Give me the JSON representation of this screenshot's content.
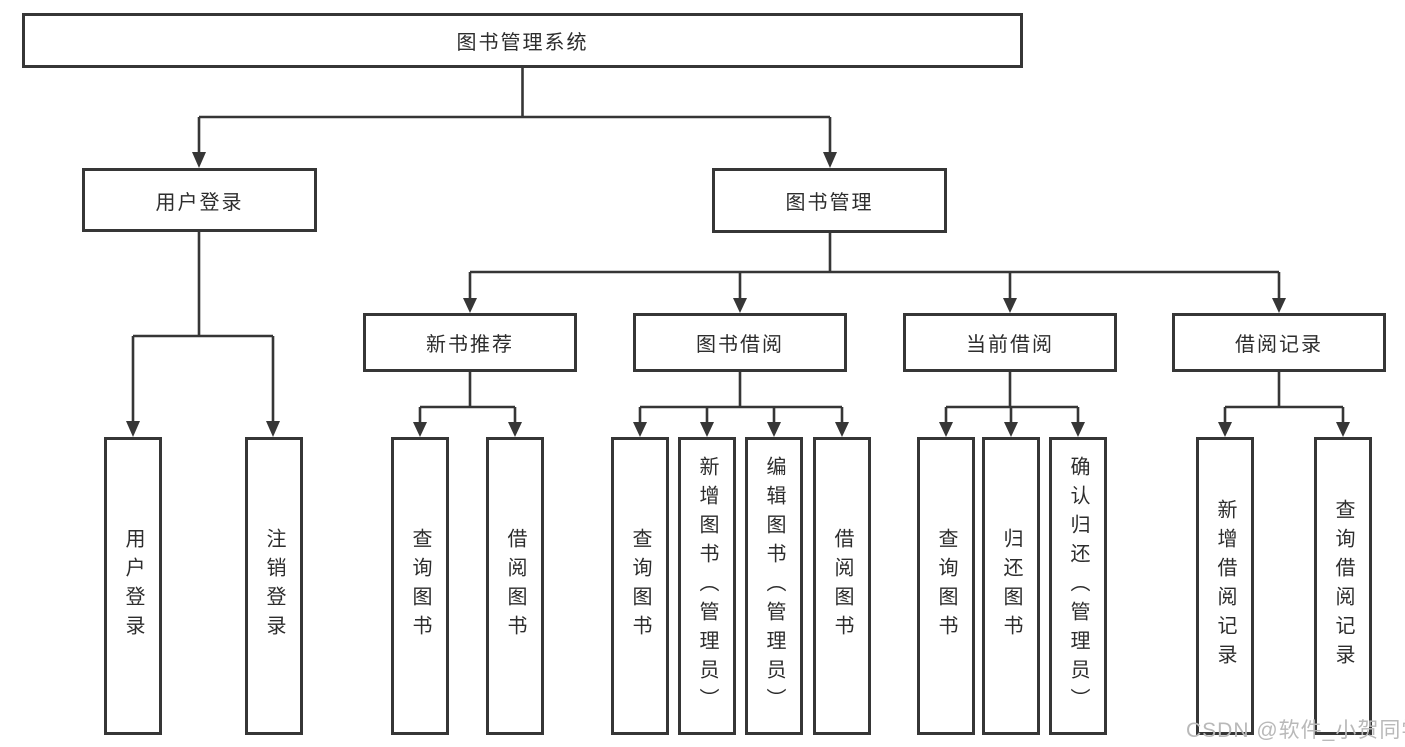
{
  "root": {
    "label": "图书管理系统"
  },
  "branches": [
    {
      "label": "用户登录"
    },
    {
      "label": "图书管理"
    }
  ],
  "modules": [
    {
      "label": "新书推荐"
    },
    {
      "label": "图书借阅"
    },
    {
      "label": "当前借阅"
    },
    {
      "label": "借阅记录"
    }
  ],
  "leaves": {
    "login": [
      "用户登录",
      "注销登录"
    ],
    "recommend": [
      "查询图书",
      "借阅图书"
    ],
    "borrow": [
      "查询图书",
      "新增图书（管理员）",
      "编辑图书（管理员）",
      "借阅图书"
    ],
    "current": [
      "查询图书",
      "归还图书",
      "确认归还（管理员）"
    ],
    "records": [
      "新增借阅记录",
      "查询借阅记录"
    ]
  },
  "watermark": "CSDN @软件_小贺同学",
  "colors": {
    "line": "#363636",
    "text": "#2d2d2d",
    "box_background": "#ffffff",
    "watermark": "#b9b9b9",
    "page_background": "#ffffff"
  }
}
